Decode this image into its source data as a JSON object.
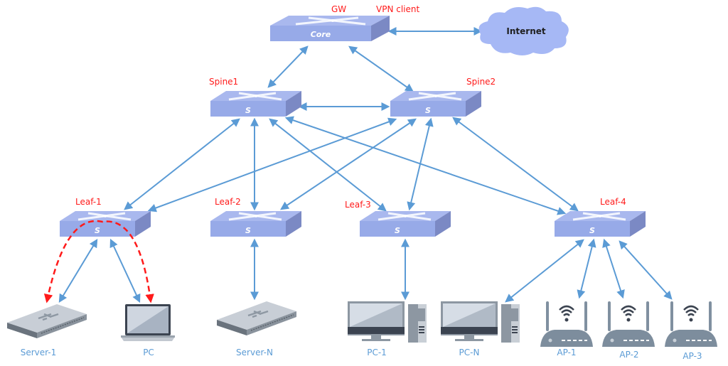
{
  "diagram": {
    "title": "Spine-Leaf Network Topology",
    "colors": {
      "switch_top": "#a9b8ee",
      "switch_front": "#97aae8",
      "switch_side": "#7b89c4",
      "link": "#5b9bd5",
      "highlight_path": "#ff1a1a",
      "device_gray": "#7f8c98",
      "label_red": "#ff1a1a",
      "label_blue": "#5b9bd5",
      "cloud": "#a6b8f5"
    },
    "core": {
      "id": "core",
      "face_label": "Core",
      "labels": [
        "GW",
        "VPN client"
      ]
    },
    "internet": {
      "id": "internet",
      "label": "Internet"
    },
    "spines": [
      {
        "id": "spine1",
        "label": "Spine1",
        "face_label": "S"
      },
      {
        "id": "spine2",
        "label": "Spine2",
        "face_label": "S"
      }
    ],
    "leaves": [
      {
        "id": "leaf1",
        "label": "Leaf-1",
        "face_label": "S"
      },
      {
        "id": "leaf2",
        "label": "Leaf-2",
        "face_label": "S"
      },
      {
        "id": "leaf3",
        "label": "Leaf-3",
        "face_label": "S"
      },
      {
        "id": "leaf4",
        "label": "Leaf-4",
        "face_label": "S"
      }
    ],
    "endpoints": [
      {
        "id": "server1",
        "label": "Server-1",
        "type": "server"
      },
      {
        "id": "pc",
        "label": "PC",
        "type": "laptop"
      },
      {
        "id": "serverN",
        "label": "Server-N",
        "type": "server"
      },
      {
        "id": "pc1",
        "label": "PC-1",
        "type": "desktop"
      },
      {
        "id": "pcN",
        "label": "PC-N",
        "type": "desktop"
      },
      {
        "id": "ap1",
        "label": "AP-1",
        "type": "access-point"
      },
      {
        "id": "ap2",
        "label": "AP-2",
        "type": "access-point"
      },
      {
        "id": "ap3",
        "label": "AP-3",
        "type": "access-point"
      }
    ],
    "links": [
      {
        "from": "core",
        "to": "internet",
        "style": "bidirectional"
      },
      {
        "from": "core",
        "to": "spine1",
        "style": "bidirectional"
      },
      {
        "from": "core",
        "to": "spine2",
        "style": "bidirectional"
      },
      {
        "from": "spine1",
        "to": "spine2",
        "style": "bidirectional"
      },
      {
        "from": "spine1",
        "to": "leaf1",
        "style": "bidirectional"
      },
      {
        "from": "spine1",
        "to": "leaf2",
        "style": "bidirectional"
      },
      {
        "from": "spine1",
        "to": "leaf3",
        "style": "bidirectional"
      },
      {
        "from": "spine1",
        "to": "leaf4",
        "style": "bidirectional"
      },
      {
        "from": "spine2",
        "to": "leaf1",
        "style": "bidirectional"
      },
      {
        "from": "spine2",
        "to": "leaf2",
        "style": "bidirectional"
      },
      {
        "from": "spine2",
        "to": "leaf3",
        "style": "bidirectional"
      },
      {
        "from": "spine2",
        "to": "leaf4",
        "style": "bidirectional"
      },
      {
        "from": "leaf1",
        "to": "server1",
        "style": "bidirectional"
      },
      {
        "from": "leaf1",
        "to": "pc",
        "style": "bidirectional"
      },
      {
        "from": "leaf2",
        "to": "serverN",
        "style": "bidirectional"
      },
      {
        "from": "leaf3",
        "to": "pc1",
        "style": "bidirectional"
      },
      {
        "from": "leaf4",
        "to": "pcN",
        "style": "bidirectional"
      },
      {
        "from": "leaf4",
        "to": "ap1",
        "style": "bidirectional"
      },
      {
        "from": "leaf4",
        "to": "ap2",
        "style": "bidirectional"
      },
      {
        "from": "leaf4",
        "to": "ap3",
        "style": "bidirectional"
      }
    ],
    "highlight_paths": [
      {
        "via": "leaf1",
        "ends": [
          "server1",
          "pc"
        ],
        "style": "dashed-red"
      }
    ]
  }
}
